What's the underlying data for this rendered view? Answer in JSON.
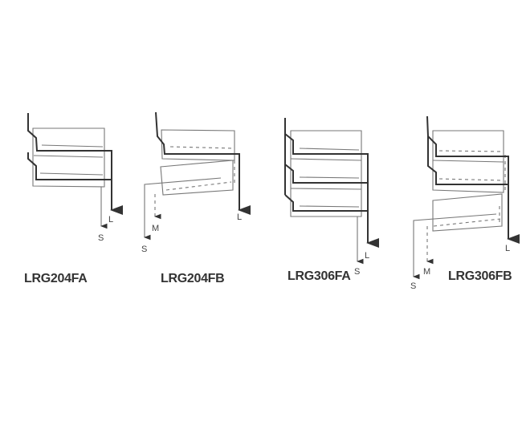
{
  "models": [
    {
      "name": "LRG204FA",
      "outlets": [
        "L",
        "S"
      ]
    },
    {
      "name": "LRG204FB",
      "outlets": [
        "L",
        "M",
        "S"
      ]
    },
    {
      "name": "LRG306FA",
      "outlets": [
        "L",
        "S"
      ]
    },
    {
      "name": "LRG306FB",
      "outlets": [
        "L",
        "M",
        "S"
      ]
    }
  ]
}
